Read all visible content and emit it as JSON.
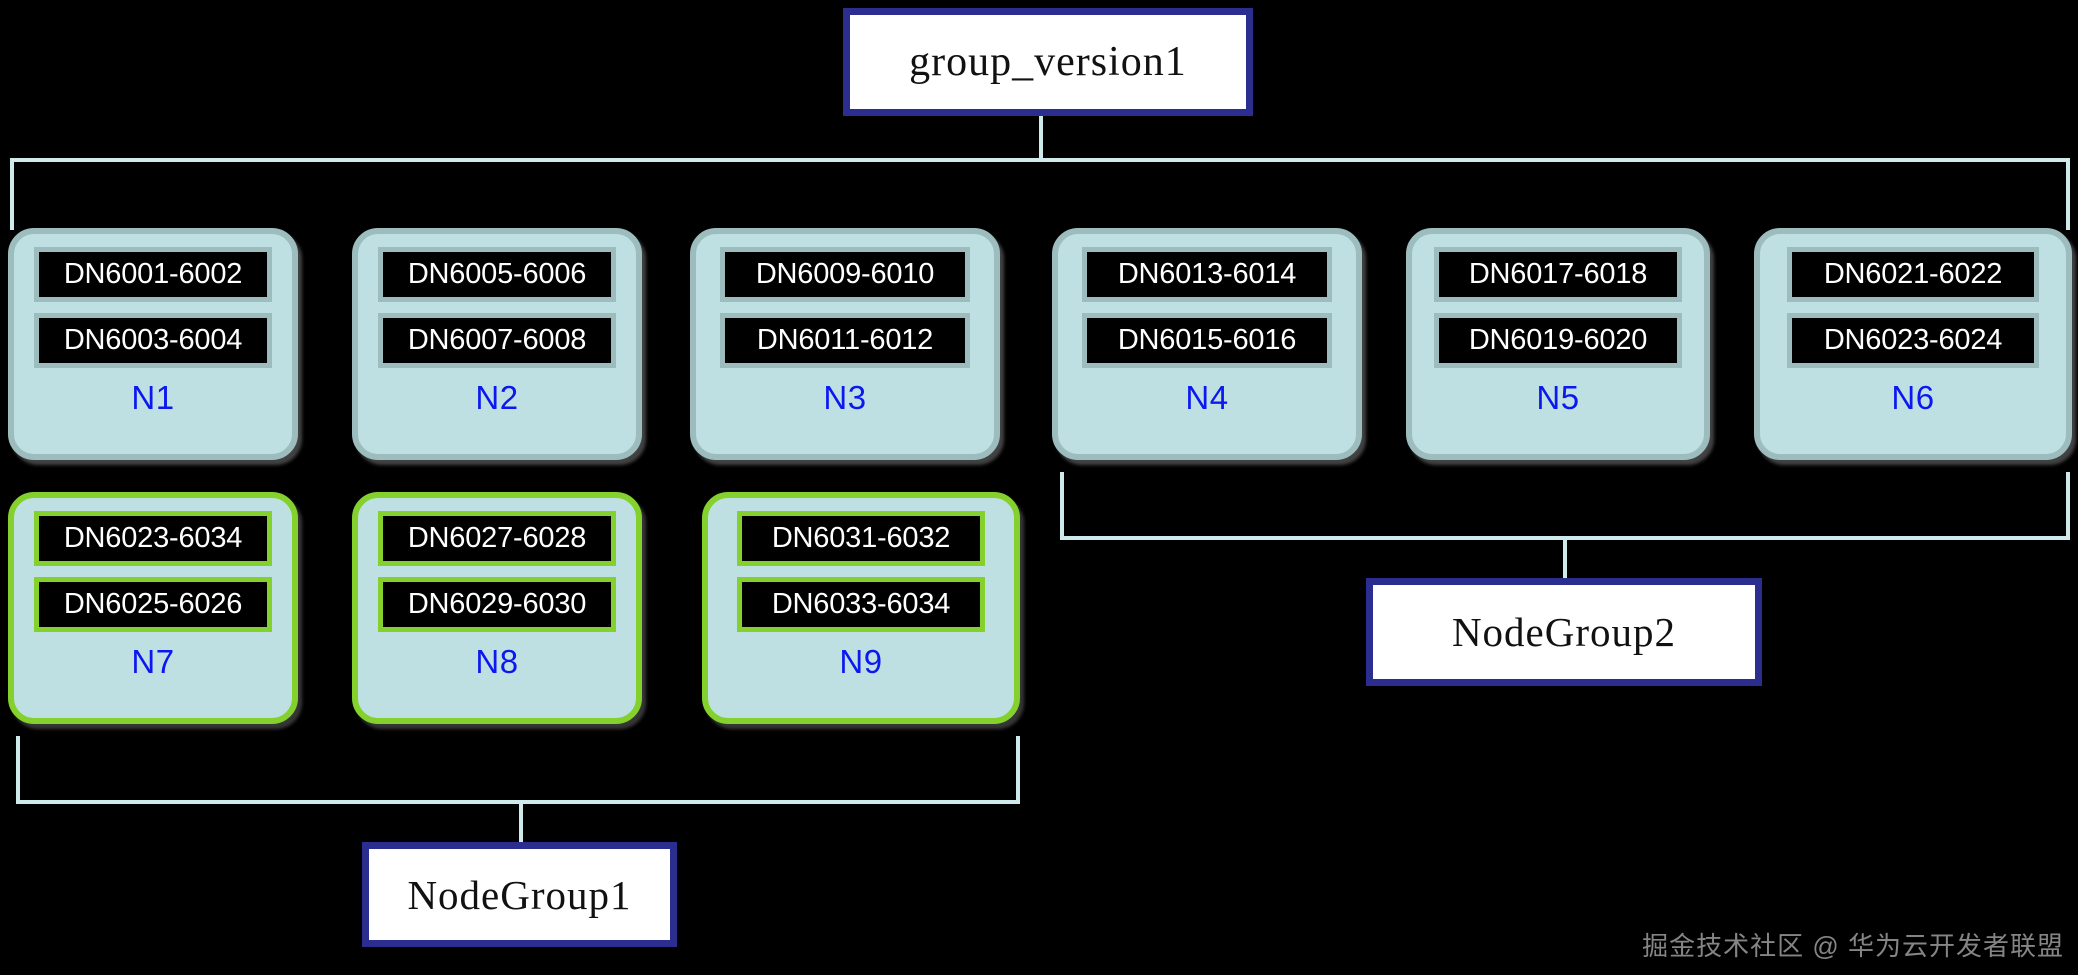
{
  "diagram": {
    "title_box": {
      "label": "group_version1"
    },
    "group_boxes": [
      {
        "label": "NodeGroup1"
      },
      {
        "label": "NodeGroup2"
      }
    ],
    "nodes": [
      {
        "name": "N1",
        "dns": [
          "DN6001-6002",
          "DN6003-6004"
        ],
        "group": "NodeGroup1",
        "highlight": false
      },
      {
        "name": "N2",
        "dns": [
          "DN6005-6006",
          "DN6007-6008"
        ],
        "group": "NodeGroup1",
        "highlight": false
      },
      {
        "name": "N3",
        "dns": [
          "DN6009-6010",
          "DN6011-6012"
        ],
        "group": "NodeGroup1",
        "highlight": false
      },
      {
        "name": "N4",
        "dns": [
          "DN6013-6014",
          "DN6015-6016"
        ],
        "group": "NodeGroup2",
        "highlight": false
      },
      {
        "name": "N5",
        "dns": [
          "DN6017-6018",
          "DN6019-6020"
        ],
        "group": "NodeGroup2",
        "highlight": false
      },
      {
        "name": "N6",
        "dns": [
          "DN6021-6022",
          "DN6023-6024"
        ],
        "group": "NodeGroup2",
        "highlight": false
      },
      {
        "name": "N7",
        "dns": [
          "DN6023-6034",
          "DN6025-6026"
        ],
        "group": "NodeGroup1",
        "highlight": true
      },
      {
        "name": "N8",
        "dns": [
          "DN6027-6028",
          "DN6029-6030"
        ],
        "group": "NodeGroup1",
        "highlight": true
      },
      {
        "name": "N9",
        "dns": [
          "DN6031-6032",
          "DN6033-6034"
        ],
        "group": "NodeGroup1",
        "highlight": true
      }
    ],
    "colors": {
      "background": "#000000",
      "node_fill": "#bfe0e2",
      "node_border": "#9dbcbe",
      "node_border_highlight": "#84d12e",
      "dn_fill": "#000000",
      "dn_text": "#ffffff",
      "node_label_text": "#0b18ef",
      "group_box_border": "#2b2d8f",
      "group_box_fill": "#ffffff",
      "connector": "#cfeaea",
      "watermark_text": "#8d8d8d"
    },
    "watermark": {
      "text": "掘金技术社区 @ 华为云开发者联盟"
    }
  }
}
